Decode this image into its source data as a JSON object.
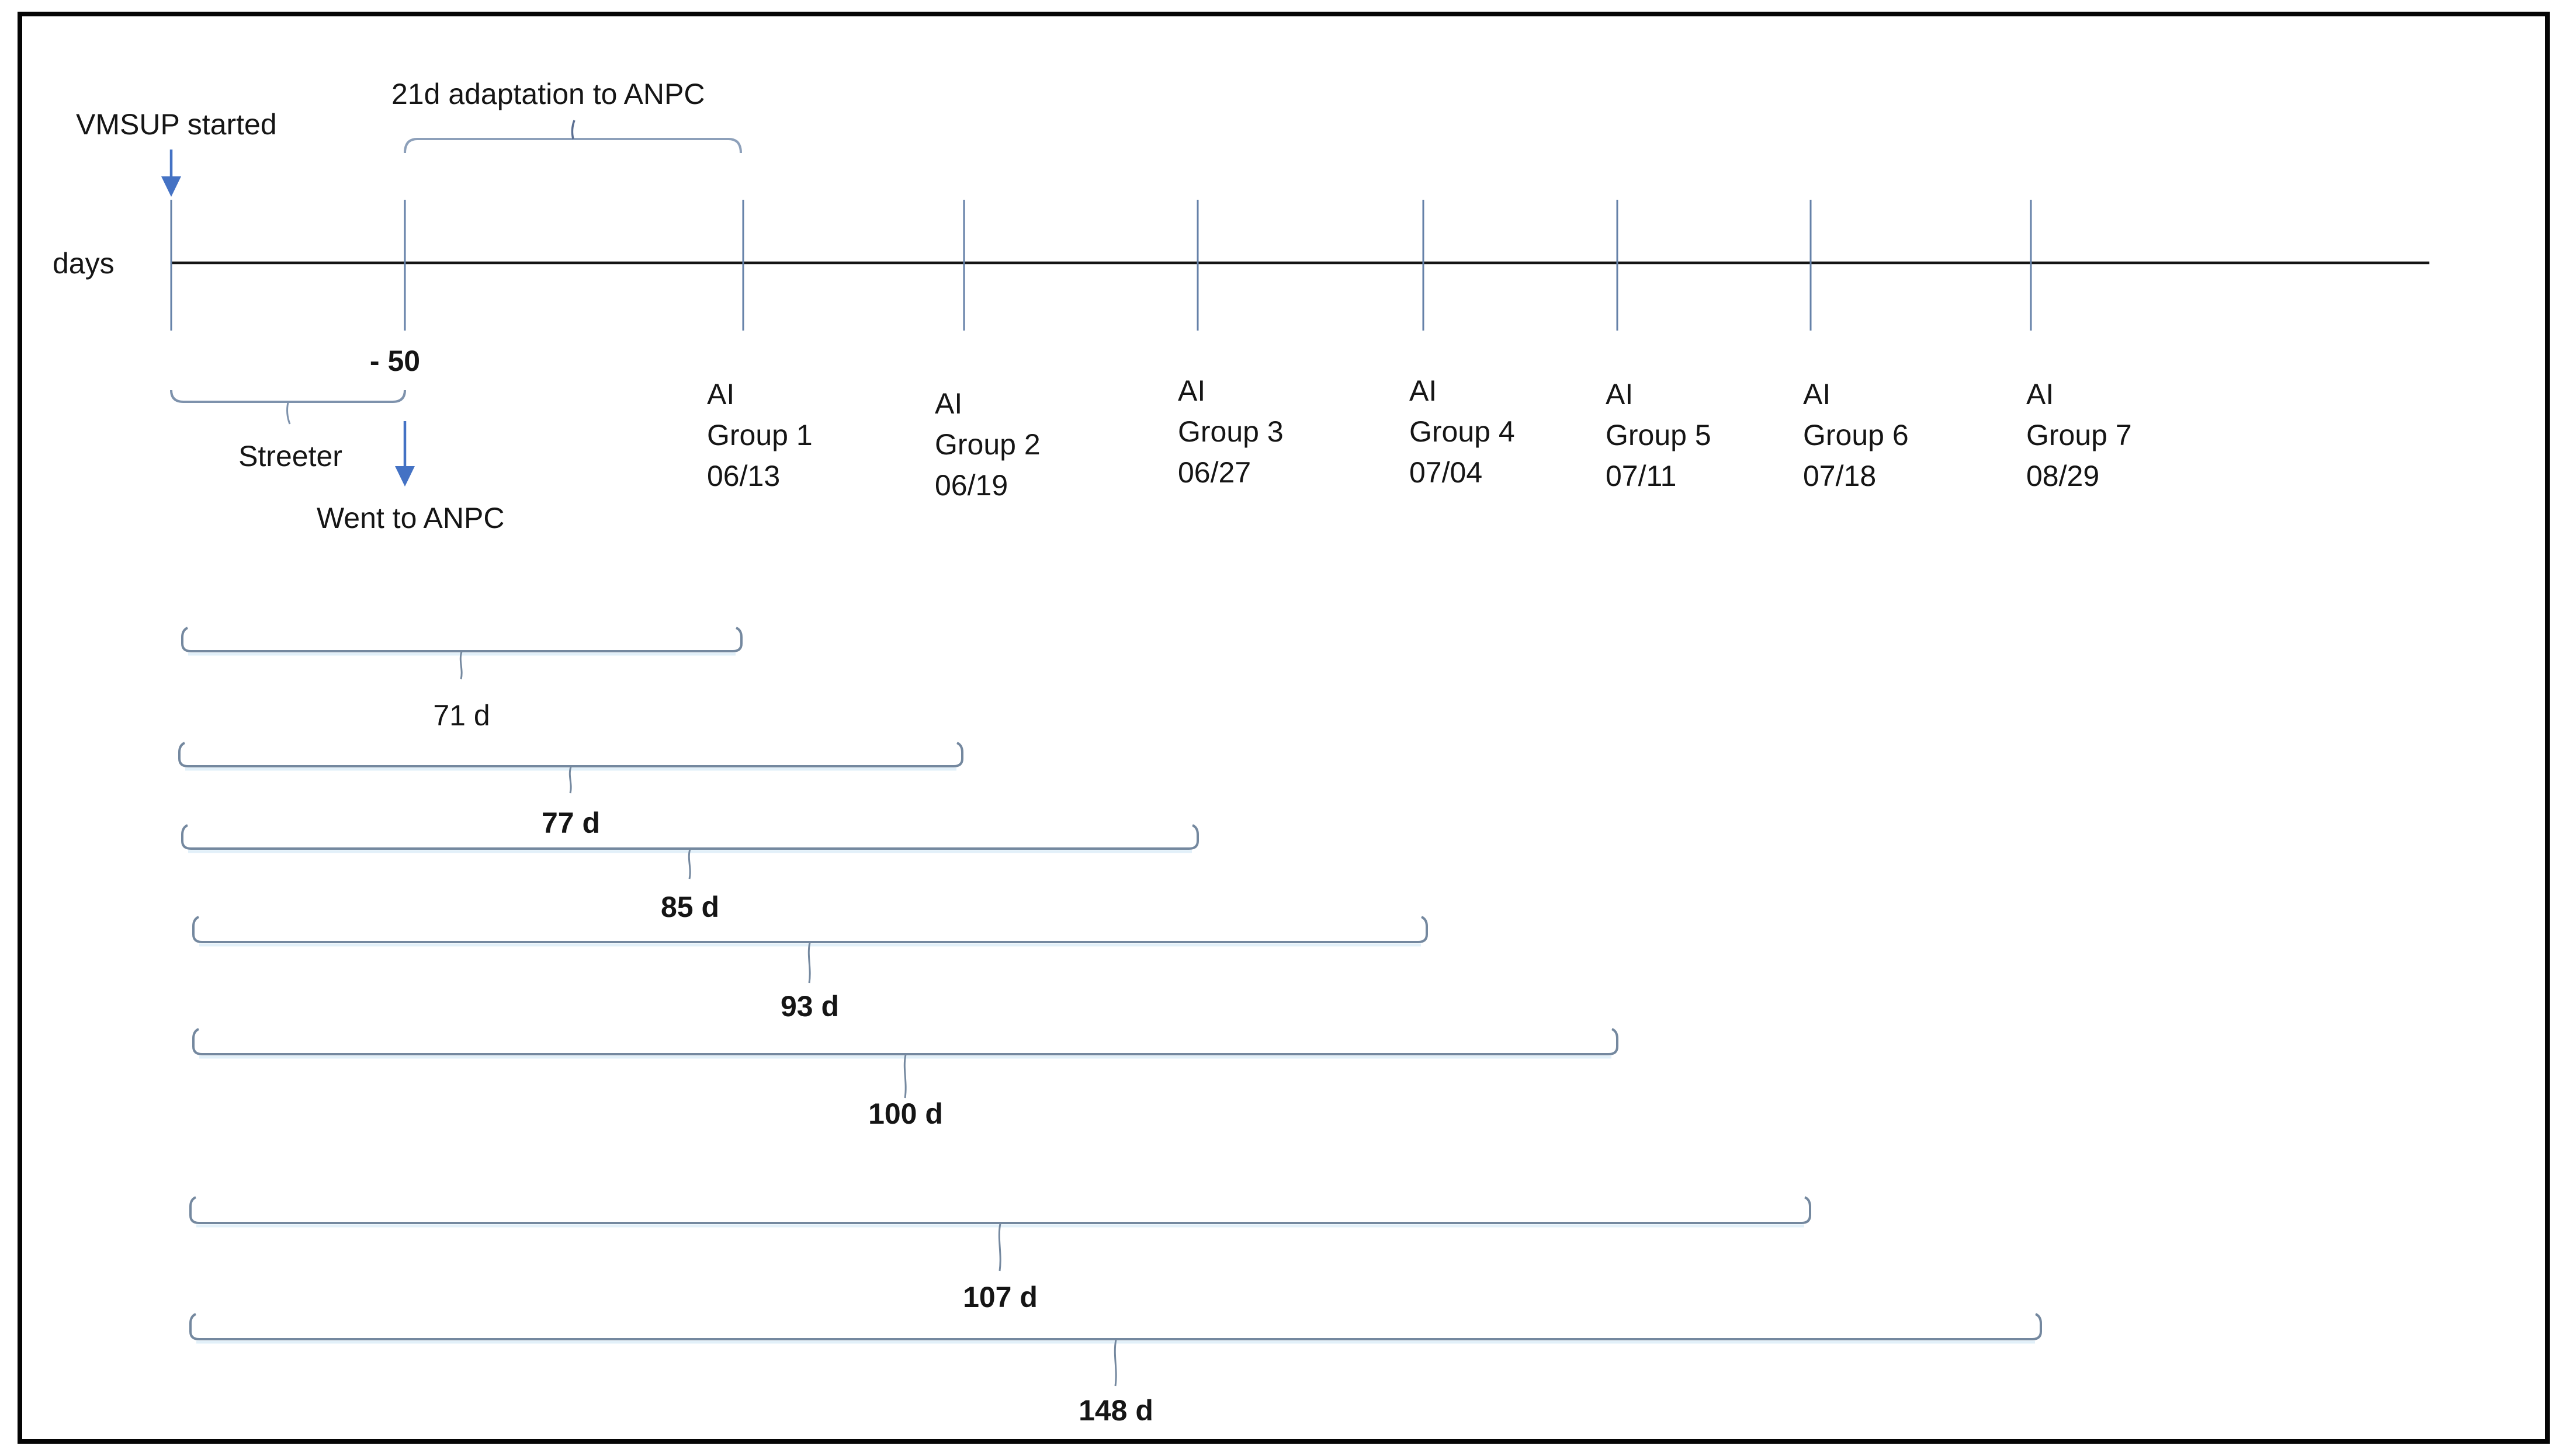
{
  "figure": {
    "axis_label": "days",
    "annotations": {
      "vmsup_started": "VMSUP started",
      "adaptation": "21d adaptation to ANPC",
      "minus_50": "- 50",
      "streeter": "Streeter",
      "went_to_anpc": "Went to ANPC"
    },
    "groups": [
      {
        "line1": "AI",
        "line2": "Group 1",
        "line3": "06/13"
      },
      {
        "line1": "AI",
        "line2": "Group 2",
        "line3": "06/19"
      },
      {
        "line1": "AI",
        "line2": "Group 3",
        "line3": "06/27"
      },
      {
        "line1": "AI",
        "line2": "Group 4",
        "line3": "07/04"
      },
      {
        "line1": "AI",
        "line2": "Group 5",
        "line3": "07/11"
      },
      {
        "line1": "AI",
        "line2": "Group 6",
        "line3": "07/18"
      },
      {
        "line1": "AI",
        "line2": "Group 7",
        "line3": "08/29"
      }
    ],
    "durations": [
      "71 d",
      "77 d",
      "85 d",
      "93 d",
      "100 d",
      "107 d",
      "148 d"
    ],
    "colors": {
      "tick": "#6581A8",
      "brace": "#74889F",
      "brace_halo": "#E2F0F9",
      "arrow": "#4472C4",
      "axis_line": "#141414",
      "border": "#050505",
      "text": "#151515"
    }
  }
}
